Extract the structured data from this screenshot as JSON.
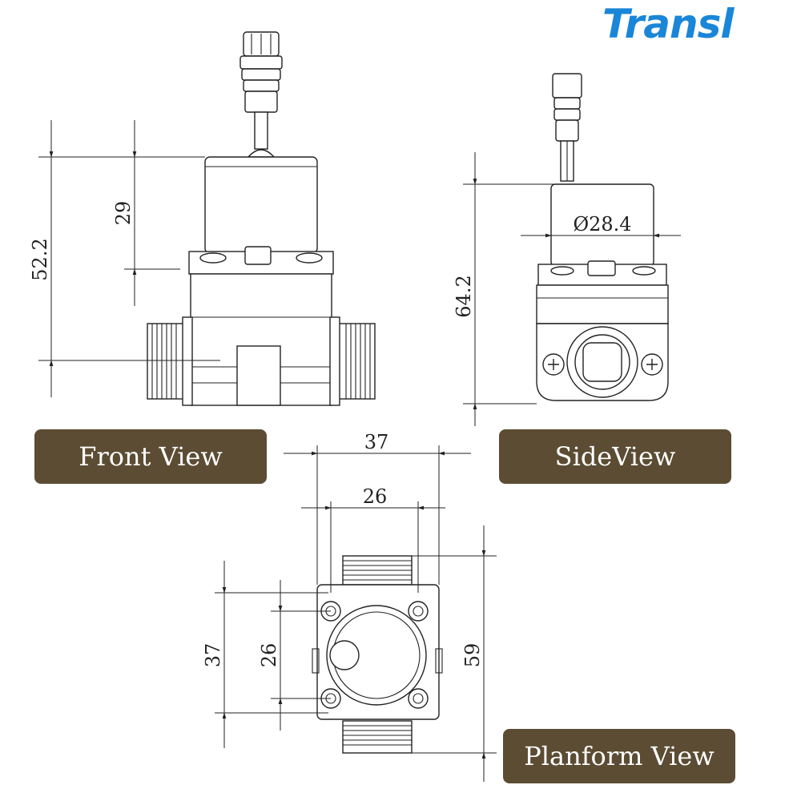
{
  "brand": {
    "name": "Transl",
    "color": "#1a86d8"
  },
  "labels": {
    "front": "Front View",
    "side": "SideView",
    "plan": "Planform View",
    "bg": "#5b4c33"
  },
  "dimensions": {
    "front_total_height": "52.2",
    "front_coil_height": "29",
    "side_total_height": "64.2",
    "side_diameter": "Ø28.4",
    "plan_total_width": "37",
    "plan_hole_width": "26",
    "plan_total_depth": "37",
    "plan_hole_depth": "26",
    "plan_length": "59"
  }
}
